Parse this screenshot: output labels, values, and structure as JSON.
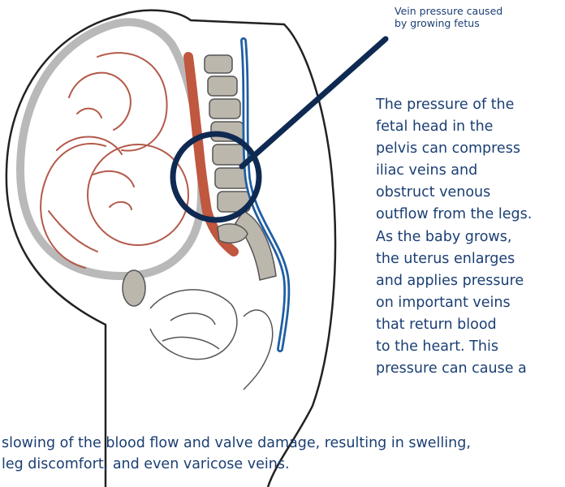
{
  "callout": {
    "lines": [
      "Vein pressure caused",
      "by growing fetus"
    ]
  },
  "description": {
    "side_lines": [
      "The pressure of the",
      "fetal head in the",
      "pelvis can compress",
      "iliac veins and",
      "obstruct venous",
      "outflow from the legs.",
      "As the baby grows,",
      "the uterus enlarges",
      "and applies pressure",
      "on important veins",
      "that return blood",
      "to the heart. This",
      "pressure can cause a"
    ],
    "bottom_lines": [
      "slowing of the blood flow and valve damage, resulting in swelling,",
      "leg discomfort, and even varicose veins."
    ]
  },
  "colors": {
    "text": "#1b3f73",
    "callout_ring": "#0f2a52",
    "vein": "#1f5ea3",
    "fetus_outline": "#b45a4a",
    "artery": "#c0573f",
    "bone": "#bcb7ad",
    "uterus_wall": "#b9b9b9"
  }
}
